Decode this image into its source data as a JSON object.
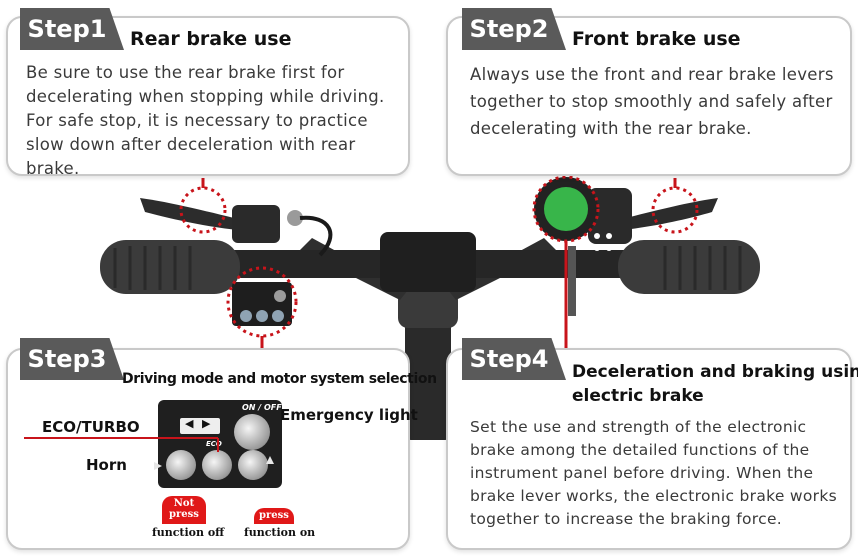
{
  "step1": {
    "tab": "Step1",
    "heading": "Rear brake use",
    "body": "Be sure to use the rear brake first for decelerating when stopping while driving. For safe stop, it is necessary to practice slow down after deceleration with rear brake."
  },
  "step2": {
    "tab": "Step2",
    "heading": "Front brake use",
    "body": "Always use the front and rear brake levers together to stop smoothly and safely after decelerating with the rear brake."
  },
  "step3": {
    "tab": "Step3",
    "heading": "Driving mode and motor system selection",
    "panel_label": "ON / OFF",
    "eco_mark": "ECO",
    "labels": {
      "eco_turbo": "ECO/TURBO",
      "horn": "Horn",
      "emergency": "Emergency light"
    },
    "not_press": "Not press",
    "press": "press",
    "function_off": "function off",
    "function_on": "function on"
  },
  "step4": {
    "tab": "Step4",
    "heading_line1": "Deceleration and braking using",
    "heading_line2": "electric brake",
    "body": "Set the use and strength of the electronic brake among the detailed functions of the instrument panel before driving. When the brake lever works, the electronic brake works together to increase the braking force."
  },
  "colors": {
    "tab_bg": "#5a5a5a",
    "callout_red": "#c8141b",
    "display_green": "#38b54a",
    "button_red": "#e01818"
  }
}
